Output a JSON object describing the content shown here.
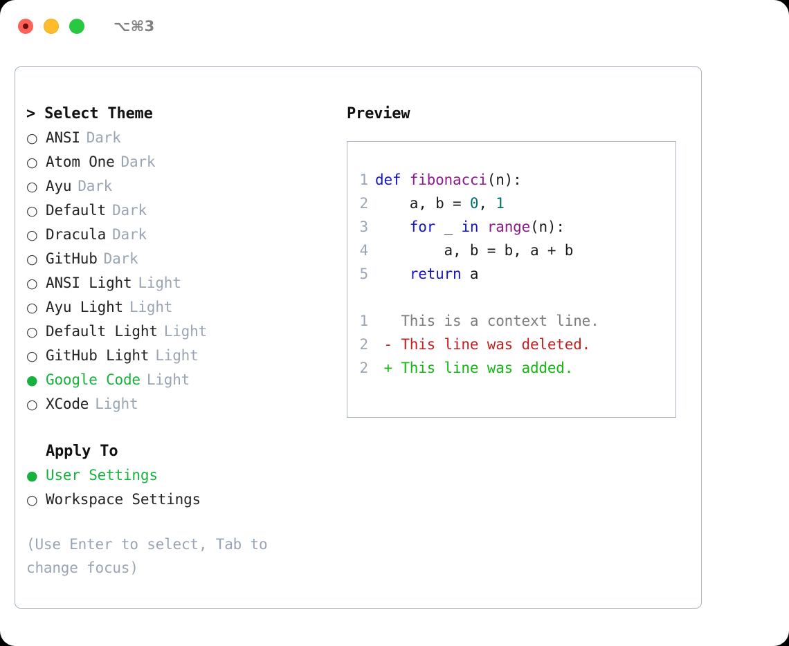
{
  "titlebar": {
    "shortcut": "⌥⌘3",
    "buttons": [
      {
        "name": "close",
        "color": "#ff6058"
      },
      {
        "name": "minimize",
        "color": "#ffbd2e"
      },
      {
        "name": "maximize",
        "color": "#28c840"
      }
    ]
  },
  "theme_section": {
    "header": "> Select Theme",
    "options": [
      {
        "marker": "○",
        "label": "ANSI",
        "variant": "Dark",
        "selected": false
      },
      {
        "marker": "○",
        "label": "Atom One",
        "variant": "Dark",
        "selected": false
      },
      {
        "marker": "○",
        "label": "Ayu",
        "variant": "Dark",
        "selected": false
      },
      {
        "marker": "○",
        "label": "Default",
        "variant": "Dark",
        "selected": false
      },
      {
        "marker": "○",
        "label": "Dracula",
        "variant": "Dark",
        "selected": false
      },
      {
        "marker": "○",
        "label": "GitHub",
        "variant": "Dark",
        "selected": false
      },
      {
        "marker": "○",
        "label": "ANSI Light",
        "variant": "Light",
        "selected": false
      },
      {
        "marker": "○",
        "label": "Ayu Light",
        "variant": "Light",
        "selected": false
      },
      {
        "marker": "○",
        "label": "Default Light",
        "variant": "Light",
        "selected": false
      },
      {
        "marker": "○",
        "label": "GitHub Light",
        "variant": "Light",
        "selected": false
      },
      {
        "marker": "●",
        "label": "Google Code",
        "variant": "Light",
        "selected": true
      },
      {
        "marker": "○",
        "label": "XCode",
        "variant": "Light",
        "selected": false
      }
    ]
  },
  "apply_section": {
    "header": "Apply To",
    "options": [
      {
        "marker": "●",
        "label": "User Settings",
        "selected": true
      },
      {
        "marker": "○",
        "label": "Workspace Settings",
        "selected": false
      }
    ]
  },
  "hint": "(Use Enter to select, Tab to change focus)",
  "preview": {
    "title": "Preview",
    "code_lines": [
      {
        "lineno": "1",
        "tokens": [
          {
            "text": "def ",
            "type": "kw"
          },
          {
            "text": "fibonacci",
            "type": "fn"
          },
          {
            "text": "(n):",
            "type": "plain"
          }
        ]
      },
      {
        "lineno": "2",
        "tokens": [
          {
            "text": "    a, b = ",
            "type": "plain"
          },
          {
            "text": "0",
            "type": "num"
          },
          {
            "text": ", ",
            "type": "plain"
          },
          {
            "text": "1",
            "type": "num"
          }
        ]
      },
      {
        "lineno": "3",
        "tokens": [
          {
            "text": "    ",
            "type": "plain"
          },
          {
            "text": "for",
            "type": "kw"
          },
          {
            "text": " _ ",
            "type": "plain"
          },
          {
            "text": "in",
            "type": "kw"
          },
          {
            "text": " ",
            "type": "plain"
          },
          {
            "text": "range",
            "type": "fn"
          },
          {
            "text": "(n):",
            "type": "plain"
          }
        ]
      },
      {
        "lineno": "4",
        "tokens": [
          {
            "text": "        a, b = b, a + b",
            "type": "plain"
          }
        ]
      },
      {
        "lineno": "5",
        "tokens": [
          {
            "text": "    ",
            "type": "plain"
          },
          {
            "text": "return",
            "type": "kw"
          },
          {
            "text": " a",
            "type": "plain"
          }
        ]
      }
    ],
    "diff_lines": [
      {
        "lineno": "1",
        "text": "   This is a context line.",
        "type": "context"
      },
      {
        "lineno": "2",
        "text": " - This line was deleted.",
        "type": "del"
      },
      {
        "lineno": "2",
        "text": " + This line was added.",
        "type": "add"
      }
    ]
  },
  "colors": {
    "accent_green": "#17b23d",
    "muted": "#9aa5b4",
    "border": "#aab3c0",
    "keyword": "#1414c8",
    "function": "#8b1a8b",
    "number": "#00706b",
    "diff_delete": "#c02020",
    "diff_add": "#14b814",
    "diff_context": "#7d7d7d"
  }
}
